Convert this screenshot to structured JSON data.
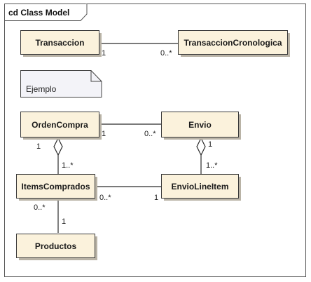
{
  "diagram": {
    "title": "cd Class Model",
    "note": "Ejemplo",
    "classes": {
      "transaccion": "Transaccion",
      "transaccion_cronologica": "TransaccionCronologica",
      "orden_compra": "OrdenCompra",
      "envio": "Envio",
      "items_comprados": "ItemsComprados",
      "envio_line_item": "EnvioLineItem",
      "productos": "Productos"
    },
    "multiplicities": {
      "transaccion_side": "1",
      "transaccion_cronologica_side": "0..*",
      "orden_compra_to_envio": "1",
      "envio_from_orden_compra": "0..*",
      "orden_compra_aggregate": "1",
      "items_comprados_from_orden_compra": "1..*",
      "envio_aggregate": "1",
      "envio_line_item_from_envio": "1..*",
      "items_comprados_to_envio_line_item": "0..*",
      "envio_line_item_from_items_comprados": "1",
      "items_comprados_to_productos": "0..*",
      "productos_from_items_comprados": "1"
    },
    "colors": {
      "class_fill": "#fbf2dc",
      "note_fill": "#f3f3f8",
      "line": "#2a2a2a"
    }
  }
}
